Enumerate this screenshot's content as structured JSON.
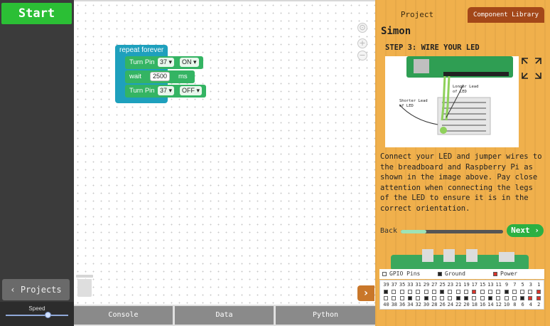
{
  "sidebar": {
    "start_label": "Start",
    "projects_label": "‹ Projects",
    "speed_label": "Speed",
    "speed_value": 0.68
  },
  "workspace": {
    "zoom_reset_icon": "target-icon",
    "zoom_in_icon": "plus-icon",
    "zoom_out_icon": "minus-icon",
    "toggle_label": "›",
    "blocks": {
      "repeat_label": "repeat forever",
      "row1": {
        "label": "Turn Pin",
        "pin": "37",
        "state": "ON"
      },
      "row2": {
        "label": "wait",
        "value": "2500",
        "unit": "ms"
      },
      "row3": {
        "label": "Turn Pin",
        "pin": "37",
        "state": "OFF"
      }
    }
  },
  "bottom_tabs": [
    "Console",
    "Data",
    "Python"
  ],
  "panel": {
    "tab_project": "Project",
    "tab_library": "Component Library",
    "project_title": "Simon",
    "step_title": "STEP 3: WIRE YOUR LED",
    "diagram": {
      "label_long": [
        "Longer Lead",
        "of LED"
      ],
      "label_short": [
        "Shorter Lead",
        "of LED"
      ]
    },
    "instructions": "Connect your LED and jumper wires to the breadboard and Raspberry Pi as shown in the image above. Pay close attention when connecting the legs of the LED to ensure it is in the correct orientation.",
    "back_label": "Back",
    "next_label": "Next",
    "progress": 0.25
  },
  "pins": {
    "legend": [
      "GPIO Pins",
      "Ground",
      "Power"
    ],
    "top_numbers": [
      "39",
      "37",
      "35",
      "33",
      "31",
      "29",
      "27",
      "25",
      "23",
      "21",
      "19",
      "17",
      "15",
      "13",
      "11",
      "9",
      "7",
      "5",
      "3",
      "1"
    ],
    "bottom_numbers": [
      "40",
      "38",
      "36",
      "34",
      "32",
      "30",
      "28",
      "26",
      "24",
      "22",
      "20",
      "18",
      "16",
      "14",
      "12",
      "10",
      "8",
      "6",
      "4",
      "2"
    ],
    "top_types": [
      "ground",
      "gpio",
      "gpio",
      "gpio",
      "gpio",
      "gpio",
      "gpio",
      "ground",
      "gpio",
      "gpio",
      "gpio",
      "power",
      "gpio",
      "gpio",
      "gpio",
      "ground",
      "gpio",
      "gpio",
      "gpio",
      "power"
    ],
    "bottom_types": [
      "gpio",
      "gpio",
      "gpio",
      "ground",
      "gpio",
      "ground",
      "gpio",
      "gpio",
      "gpio",
      "ground",
      "ground",
      "gpio",
      "gpio",
      "ground",
      "gpio",
      "gpio",
      "gpio",
      "ground",
      "power",
      "power"
    ],
    "colors": {
      "gpio": "#ffffff",
      "ground": "#222222",
      "power": "#d9342b"
    }
  }
}
